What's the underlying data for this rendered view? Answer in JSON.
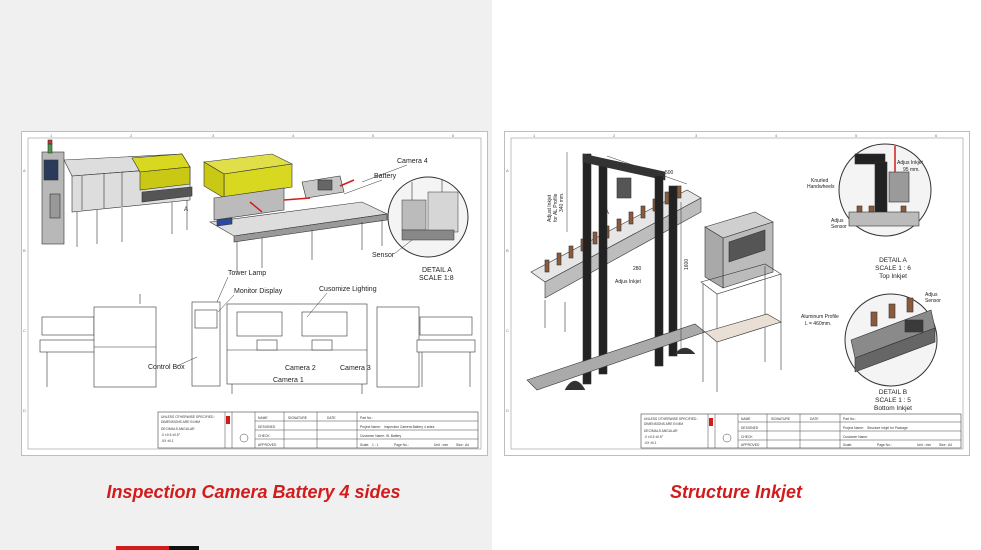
{
  "left": {
    "caption": "Inspection Camera Battery 4 sides",
    "labels": {
      "camera4": "Camera 4",
      "battery": "Battery",
      "sensor": "Sensor",
      "detail_a": "DETAIL A",
      "detail_a_scale": "SCALE 1:8",
      "tower_lamp": "Tower Lamp",
      "monitor_display": "Monitor Display",
      "lighting": "Cusomize Lighting",
      "camera2": "Camera 2",
      "camera3": "Camera 3",
      "camera1": "Camera 1",
      "control_box": "Control Box",
      "marker_a": "A"
    },
    "titleblock": {
      "unless": "UNLESS OTHERWISE SPECIFIED :",
      "dims": "DIMENSIONS ARE IN MM",
      "decimal": "DECIMALS ANGULAR",
      "tol1": ".X  ±0.5  ±0.5°",
      "tol2": ".XX  ±0.1",
      "name": "NAME",
      "signature": "SIGNATURE",
      "date": "DATE",
      "designed": "DESIGNED",
      "check": "CHECK",
      "approved": "APPROVED",
      "part_no": "Part No.:",
      "project_name": "Project Name:",
      "project_value": "Inspection Camera Battery 4 sides",
      "customer": "Customer Name:",
      "customer_value": "W. Battery",
      "scale": "Scale:",
      "scale_value": "1 : 1",
      "page": "Page No.:",
      "unit": "Unit : mm",
      "size": "Size : A4"
    }
  },
  "right": {
    "caption": "Structure Inkjet",
    "labels": {
      "adjust_inkjet_al": "Adjust Inkjet",
      "adjust_inkjet_al2": "for AL Profile",
      "adjust_inkjet_al3": "340 mm.",
      "dim_500": "500",
      "dim_280": "280",
      "dim_1600": "1600",
      "adjus_inkjet": "Adjus Inkjet",
      "marker_a": "A",
      "adjus_inkjet_top": "Adjus Inkjet",
      "adjus_inkjet_top2": "95 mm.",
      "knurled": "Knurled",
      "handwheels": "Handwheels",
      "adjus_sensor": "Adjus",
      "adjus_sensor2": "Sensor",
      "detail_a": "DETAIL A",
      "detail_a_scale": "SCALE 1 : 6",
      "detail_a_sub": "Top Inkjet",
      "adjus_sensor_b": "Adjus",
      "adjus_sensor_b2": "Sensor",
      "al_profile": "Aluminum Profile",
      "al_profile2": "L = 460mm.",
      "detail_b": "DETAIL B",
      "detail_b_scale": "SCALE 1 : 5",
      "detail_b_sub": "Bottom Inkjet"
    },
    "titleblock": {
      "unless": "UNLESS OTHERWISE SPECIFIED :",
      "dims": "DIMENSIONS ARE IN MM",
      "decimal": "DECIMALS ANGULAR",
      "tol1": ".X  ±0.5  ±0.5°",
      "tol2": ".XX  ±0.1",
      "name": "NAME",
      "signature": "SIGNATURE",
      "date": "DATE",
      "designed": "DESIGNED",
      "check": "CHECK",
      "approved": "APPROVED",
      "part_no": "Part No.:",
      "project_name": "Project Name:",
      "project_value": "Structure Inkjet for Package",
      "customer": "Customer Name:",
      "scale": "Scale:",
      "page": "Page No.:",
      "unit": "Unit : mm",
      "size": "Size : A4"
    }
  },
  "colors": {
    "caption": "#d21c1c",
    "cover_yellow": "#d9d820",
    "cabinet": "#a9a9a9",
    "line": "#333333"
  }
}
